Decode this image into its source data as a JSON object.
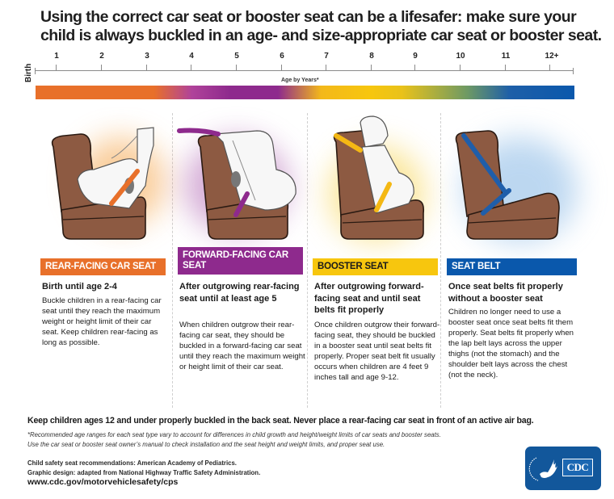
{
  "title": "Using the correct car seat or booster seat can be a lifesafer: make sure your child is always buckled in an age- and size-appropriate car seat or booster seat.",
  "timeline": {
    "start_label": "Birth",
    "axis_title": "Age by Years*",
    "ticks": [
      "1",
      "2",
      "3",
      "4",
      "5",
      "6",
      "7",
      "8",
      "9",
      "10",
      "11",
      "12+"
    ],
    "gradient_colors": {
      "rear_facing": "#e8702a",
      "forward_facing": "#8e2a8d",
      "booster": "#f7c60e",
      "seat_belt": "#0a58ac"
    }
  },
  "columns": [
    {
      "id": "rear-facing",
      "header": "REAR-FACING CAR SEAT",
      "color": "#e8702a",
      "subtitle": "Birth until age 2-4",
      "body": "Buckle children in a rear-facing car seat until they reach the maximum weight or height limit of their car seat. Keep children rear-facing as long as possible.",
      "illustration": "rear-facing-car-seat"
    },
    {
      "id": "forward-facing",
      "header": "FORWARD-FACING CAR SEAT",
      "color": "#8e2a8d",
      "subtitle": "After outgrowing rear-facing seat until at least age 5",
      "body": "When children outgrow their rear-facing car seat, they should be buckled in a forward-facing car seat until they reach the maximum weight or height limit of their car seat.",
      "illustration": "forward-facing-car-seat"
    },
    {
      "id": "booster",
      "header": "BOOSTER SEAT",
      "color": "#f7c60e",
      "subtitle": "After outgrowing forward-facing seat and until seat belts fit properly",
      "body": "Once children outgrow their forward-facing seat, they should be buckled in a booster seat until seat belts fit properly. Proper seat belt fit usually occurs when children are 4 feet 9 inches tall and age 9-12.",
      "illustration": "booster-seat"
    },
    {
      "id": "seat-belt",
      "header": "SEAT BELT",
      "color": "#0a58ac",
      "subtitle": "Once seat belts fit properly without a booster seat",
      "body": "Children no longer need to use a booster seat once seat belts fit them properly. Seat belts fit properly when the lap belt lays across the upper thighs (not the stomach) and the shoulder belt lays across the chest (not the neck).",
      "illustration": "seat-belt"
    }
  ],
  "warning": "Keep children ages 12 and under properly buckled in the back seat. Never place a rear-facing car seat in front of an active air bag.",
  "footnote": {
    "line1": "*Recommended age ranges for each seat type vary to account for differences in child growth and height/weight limits of car seats and booster seats.",
    "line2": "Use the car seat or booster seat owner’s manual to check installation and the seat height and weight limits, and proper seat use."
  },
  "credits": {
    "line1": "Child safety seat recommendations: American Academy of Pediatrics.",
    "line2": "Graphic design: adapted from National Highway Traffic Safety Administration."
  },
  "url": "www.cdc.gov/motorvehiclesafety/cps",
  "logo": {
    "wordmark": "CDC",
    "icon": "hhs-eagle-icon",
    "background": "#12579b"
  }
}
